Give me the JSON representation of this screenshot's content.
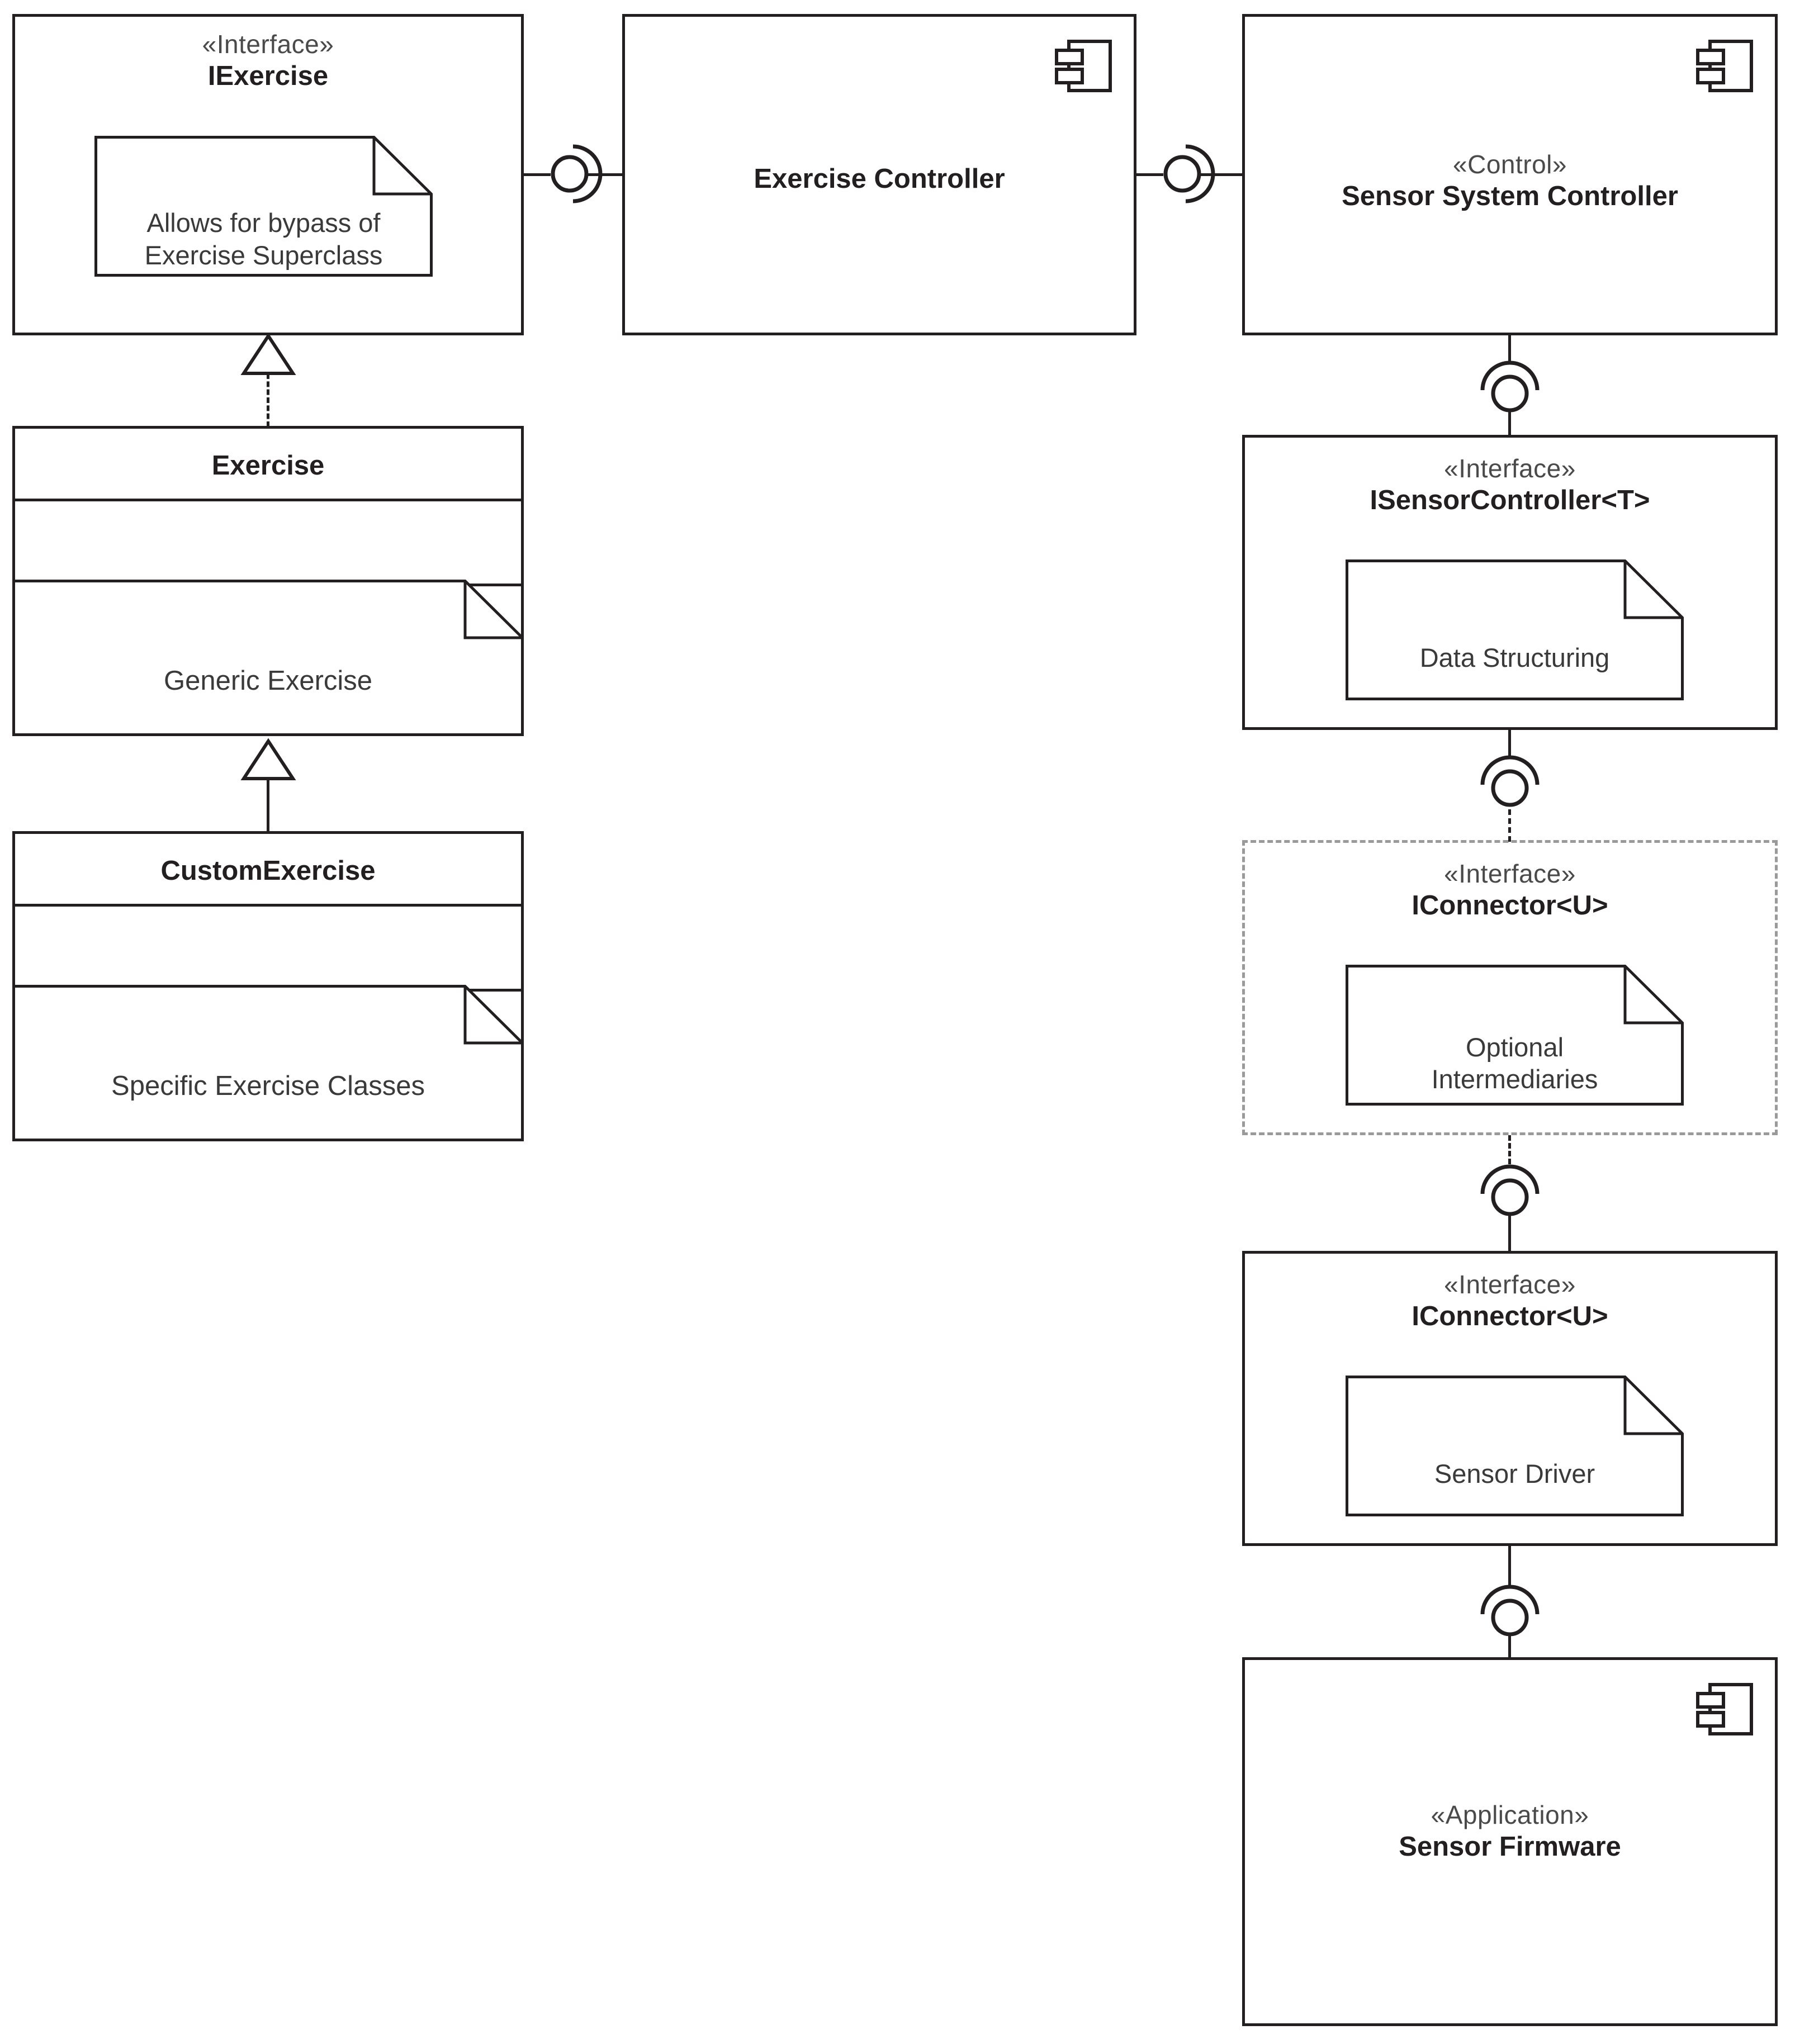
{
  "diagram": {
    "type": "uml-component-diagram",
    "stroke_color": "#231f20",
    "dashed_group_color": "#9a9a9a",
    "background": "#ffffff"
  },
  "nodes": {
    "iexercise": {
      "stereotype": "«Interface»",
      "name": "IExercise",
      "note": "Allows for bypass of\nExercise Superclass",
      "note_line1": "Allows for bypass of",
      "note_line2": "Exercise Superclass",
      "kind": "interface-box"
    },
    "exercise_controller": {
      "name": "Exercise Controller",
      "icon": "component-icon",
      "kind": "component"
    },
    "sensor_system_controller": {
      "stereotype": "«Control»",
      "name": "Sensor System Controller",
      "icon": "component-icon",
      "kind": "component"
    },
    "exercise_class": {
      "name": "Exercise",
      "note_line1": "Generic Exercise",
      "kind": "class"
    },
    "custom_exercise_class": {
      "name": "CustomExercise",
      "note_line1": "Specific Exercise Classes",
      "kind": "class"
    },
    "isensorcontroller": {
      "stereotype": "«Interface»",
      "name": "ISensorController<T>",
      "note_line1": "Data Structuring",
      "kind": "interface-box"
    },
    "iconnector_optional": {
      "stereotype": "«Interface»",
      "name": "IConnector<U>",
      "note_line1": "Optional",
      "note_line2": "Intermediaries",
      "kind": "interface-box-optional-dashed"
    },
    "iconnector_driver": {
      "stereotype": "«Interface»",
      "name": "IConnector<U>",
      "note_line1": "Sensor Driver",
      "kind": "interface-box"
    },
    "sensor_firmware": {
      "stereotype": "«Application»",
      "name": "Sensor Firmware",
      "icon": "component-icon",
      "kind": "component"
    }
  },
  "connectors": [
    {
      "id": "c1",
      "from": "iexercise",
      "to": "exercise_controller",
      "type": "assembly-ball-socket",
      "orientation": "horizontal"
    },
    {
      "id": "c2",
      "from": "exercise_controller",
      "to": "sensor_system_controller",
      "type": "assembly-ball-socket",
      "orientation": "horizontal"
    },
    {
      "id": "c3",
      "from": "exercise_class",
      "to": "iexercise",
      "type": "realization-dashed-hollow-triangle",
      "orientation": "vertical"
    },
    {
      "id": "c4",
      "from": "custom_exercise_class",
      "to": "exercise_class",
      "type": "generalization-solid-hollow-triangle",
      "orientation": "vertical"
    },
    {
      "id": "c5",
      "from": "sensor_system_controller",
      "to": "isensorcontroller",
      "type": "assembly-ball-socket",
      "orientation": "vertical"
    },
    {
      "id": "c6",
      "from": "isensorcontroller",
      "to": "iconnector_optional",
      "type": "assembly-ball-socket-dashed",
      "orientation": "vertical"
    },
    {
      "id": "c7",
      "from": "iconnector_optional",
      "to": "iconnector_driver",
      "type": "assembly-ball-socket-dashed",
      "orientation": "vertical"
    },
    {
      "id": "c8",
      "from": "iconnector_driver",
      "to": "sensor_firmware",
      "type": "assembly-ball-socket",
      "orientation": "vertical"
    }
  ]
}
